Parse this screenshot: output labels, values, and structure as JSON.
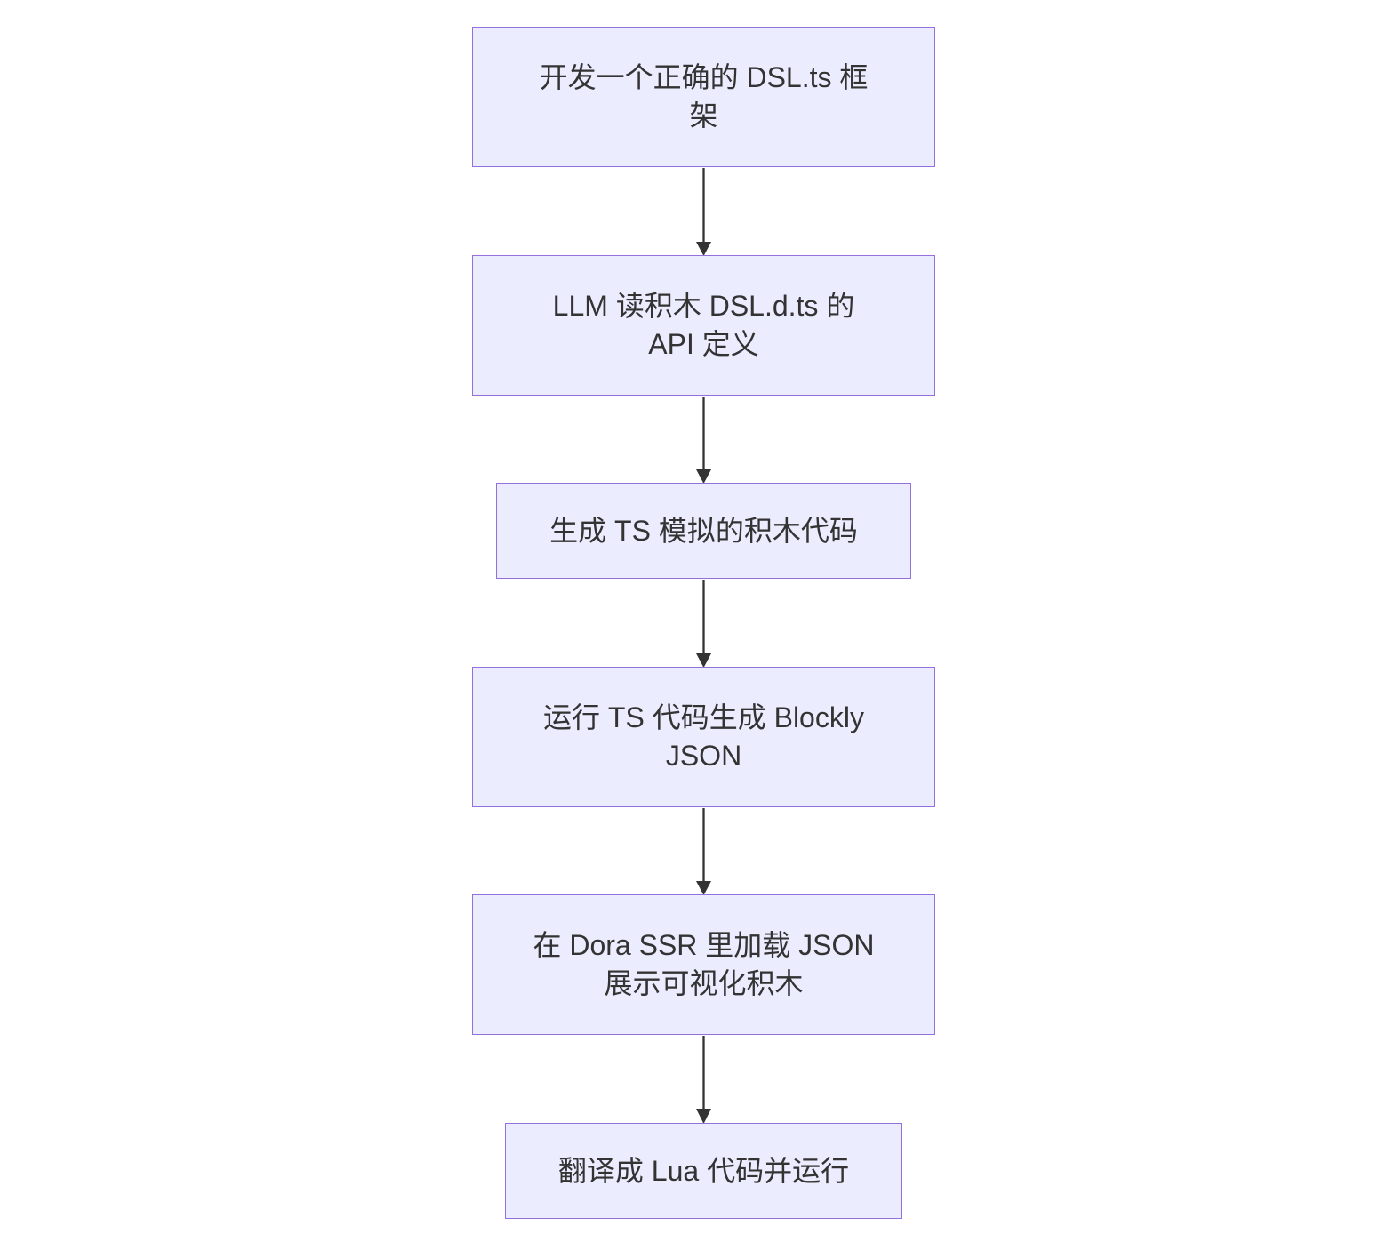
{
  "diagram": {
    "type": "flowchart",
    "direction": "top-down",
    "colors": {
      "node_fill": "#ECECFF",
      "node_border": "#9370DB",
      "text": "#333333",
      "arrow": "#333333",
      "background": "#FFFFFF"
    },
    "nodes": [
      {
        "id": "step-1",
        "label": "开发一个正确的 DSL.ts 框架",
        "lines": [
          "开发一个正确的 DSL.ts 框",
          "架"
        ]
      },
      {
        "id": "step-2",
        "label": "LLM 读积木 DSL.d.ts 的 API 定义",
        "lines": [
          "LLM 读积木 DSL.d.ts 的",
          "API 定义"
        ]
      },
      {
        "id": "step-3",
        "label": "生成 TS 模拟的积木代码",
        "lines": [
          "生成 TS 模拟的积木代码"
        ]
      },
      {
        "id": "step-4",
        "label": "运行 TS 代码生成 Blockly JSON",
        "lines": [
          "运行 TS 代码生成 Blockly",
          "JSON"
        ]
      },
      {
        "id": "step-5",
        "label": "在 Dora SSR 里加载 JSON 展示可视化积木",
        "lines": [
          "在 Dora SSR 里加载 JSON",
          "展示可视化积木"
        ]
      },
      {
        "id": "step-6",
        "label": "翻译成 Lua 代码并运行",
        "lines": [
          "翻译成 Lua 代码并运行"
        ]
      }
    ],
    "edges": [
      {
        "from": "step-1",
        "to": "step-2"
      },
      {
        "from": "step-2",
        "to": "step-3"
      },
      {
        "from": "step-3",
        "to": "step-4"
      },
      {
        "from": "step-4",
        "to": "step-5"
      },
      {
        "from": "step-5",
        "to": "step-6"
      }
    ]
  }
}
